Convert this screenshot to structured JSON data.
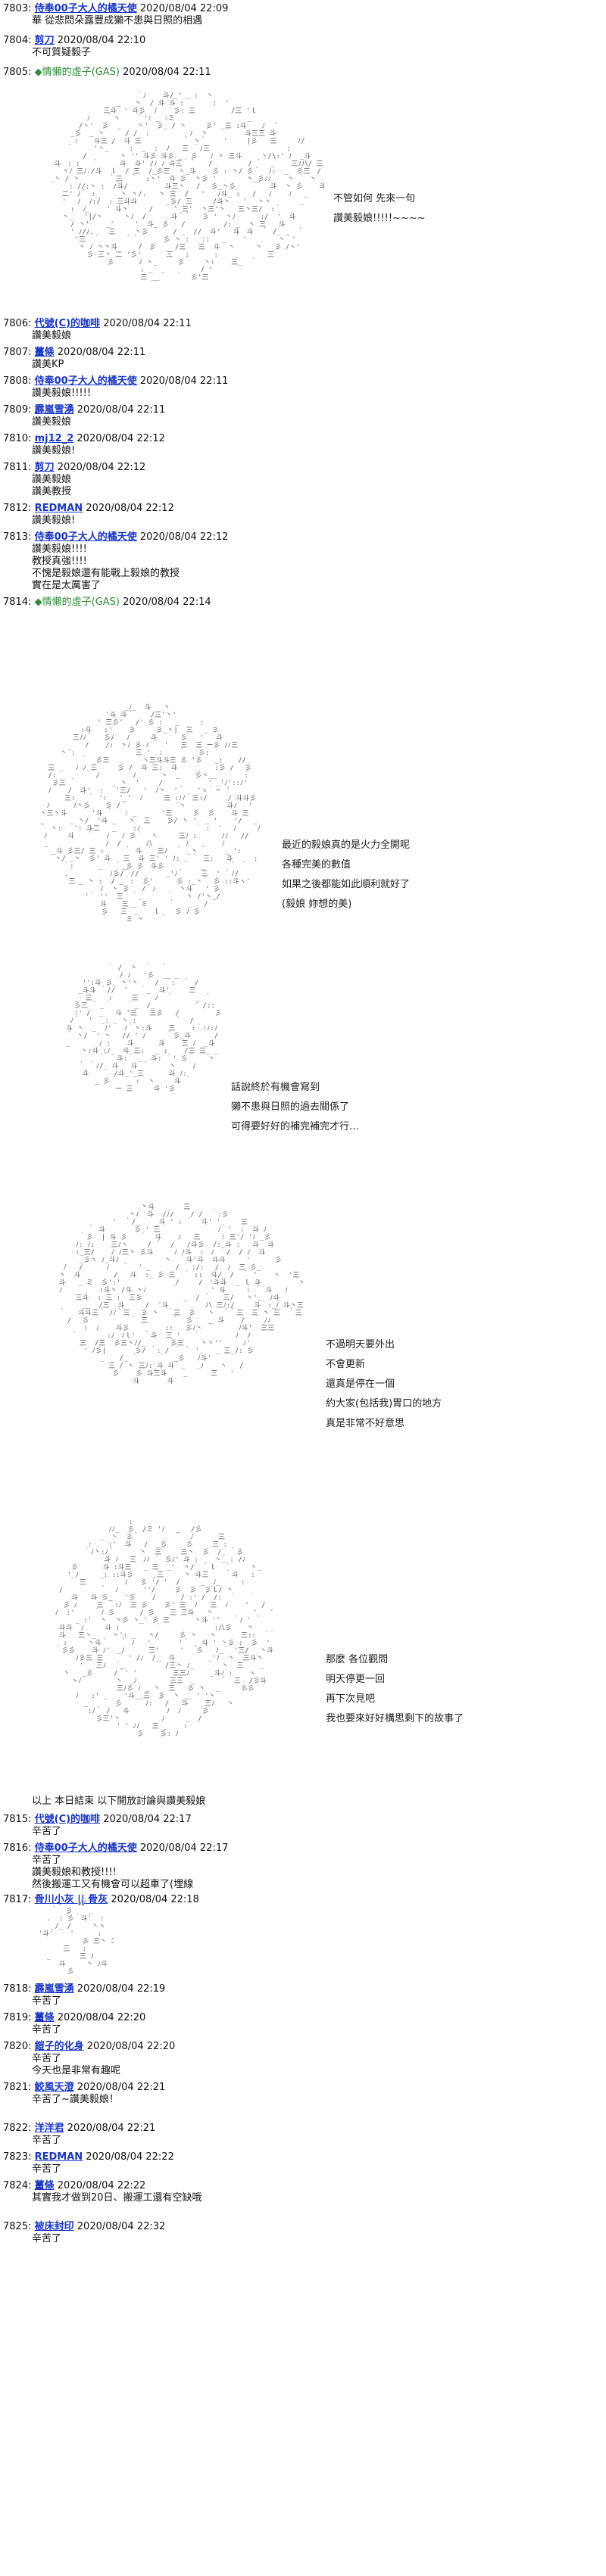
{
  "posts": [
    {
      "num": "7803",
      "sep": ":",
      "name": "侍奉00子大人的橘天使",
      "style": "blue",
      "time": " 2020/08/04 22:09",
      "lines": [
        "華 從悲問朵露豐成獺不患與日照的相遇"
      ]
    },
    {
      "num": "7804",
      "sep": ":",
      "name": "剪刀",
      "style": "blue",
      "time": " 2020/08/04 22:10",
      "lines": [
        "不可質疑毅子"
      ]
    },
    {
      "num": "7805",
      "sep": ":",
      "name": "◆情懶的虛子(GAS)",
      "style": "green",
      "time": " 2020/08/04 22:11",
      "lines": []
    },
    {
      "num": "7806",
      "sep": ":",
      "name": "代號(C)的咖啡",
      "style": "blue",
      "time": " 2020/08/04 22:11",
      "lines": [
        "讚美毅娘"
      ]
    },
    {
      "num": "7807",
      "sep": ":",
      "name": "薑條",
      "style": "blue",
      "time": " 2020/08/04 22:11",
      "lines": [
        "讚美KP"
      ]
    },
    {
      "num": "7808",
      "sep": ":",
      "name": "侍奉00子大人的橘天使",
      "style": "blue",
      "time": " 2020/08/04 22:11",
      "lines": [
        "讚美毅娘!!!!!"
      ]
    },
    {
      "num": "7809",
      "sep": ":",
      "name": "霹嵐雪湧",
      "style": "blue",
      "time": " 2020/08/04 22:11",
      "lines": [
        "讚美毅娘"
      ]
    },
    {
      "num": "7810",
      "sep": ":",
      "name": "mj12_2",
      "style": "blue",
      "time": " 2020/08/04 22:12",
      "lines": [
        "讚美毅娘!"
      ]
    },
    {
      "num": "7811",
      "sep": ":",
      "name": "剪刀",
      "style": "blue",
      "time": " 2020/08/04 22:12",
      "lines": [
        "讚美毅娘",
        "讚美教授"
      ]
    },
    {
      "num": "7812",
      "sep": ":",
      "name": "REDMAN",
      "style": "blue",
      "time": " 2020/08/04 22:12",
      "lines": [
        "讚美毅娘!"
      ]
    },
    {
      "num": "7813",
      "sep": ":",
      "name": "侍奉00子大人的橘天使",
      "style": "blue",
      "time": " 2020/08/04 22:12",
      "lines": [
        "讚美毅娘!!!!",
        "教授真強!!!!",
        "不愧是毅娘還有能戰上毅娘的教授",
        "實在是太厲害了"
      ]
    },
    {
      "num": "7814",
      "sep": ":",
      "name": "◆情懶的虛子(GAS)",
      "style": "green",
      "time": " 2020/08/04 22:14",
      "lines": []
    },
    {
      "num": "7815",
      "sep": ":",
      "name": "代號(C)的咖啡",
      "style": "blue",
      "time": " 2020/08/04 22:17",
      "lines": [
        "辛苦了"
      ]
    },
    {
      "num": "7816",
      "sep": ":",
      "name": "侍奉00子大人的橘天使",
      "style": "blue",
      "time": " 2020/08/04 22:17",
      "lines": [
        "辛苦了",
        "讚美毅娘和教授!!!!",
        "然後搬運工又有機會可以超車了(埋線"
      ]
    },
    {
      "num": "7817",
      "sep": ":",
      "name": "骨川小灰 || 骨灰",
      "style": "blue",
      "time": " 2020/08/04 22:18",
      "lines": []
    },
    {
      "num": "7818",
      "sep": ":",
      "name": "霹嵐雪湧",
      "style": "blue",
      "time": " 2020/08/04 22:19",
      "lines": [
        "辛苦了"
      ]
    },
    {
      "num": "7819",
      "sep": ":",
      "name": "薑條",
      "style": "blue",
      "time": " 2020/08/04 22:20",
      "lines": [
        "辛苦了"
      ]
    },
    {
      "num": "7820",
      "sep": ":",
      "name": "鎧子的化身",
      "style": "blue",
      "time": " 2020/08/04 22:20",
      "lines": [
        "辛苦了",
        "今天也是非常有趣呢"
      ]
    },
    {
      "num": "7821",
      "sep": ":",
      "name": "鮫風天澄",
      "style": "blue",
      "time": " 2020/08/04 22:21",
      "lines": [
        "辛苦了~讚美毅娘！"
      ]
    },
    {
      "num": "7822",
      "sep": ":",
      "name": "洋洋君",
      "style": "blue",
      "time": " 2020/08/04 22:21",
      "lines": [
        "辛苦了"
      ]
    },
    {
      "num": "7823",
      "sep": ":",
      "name": "REDMAN",
      "style": "blue",
      "time": " 2020/08/04 22:22",
      "lines": [
        "辛苦了"
      ]
    },
    {
      "num": "7824",
      "sep": ":",
      "name": "薑條",
      "style": "blue",
      "time": " 2020/08/04 22:22",
      "lines": [
        "其實我才做到20日、搬運工還有空缺哦"
      ]
    },
    {
      "num": "7825",
      "sep": ":",
      "name": "被床封印",
      "style": "blue",
      "time": " 2020/08/04 22:32",
      "lines": [
        "辛苦了"
      ]
    }
  ],
  "speech": [
    {
      "lines": [
        "不管如何 先來一句",
        "讚美毅娘!!!!!~~~~"
      ]
    },
    {
      "lines": [
        "最近的毅娘真的是火力全開呢",
        "各種完美的數值",
        "如果之後都能如此順利就好了",
        "(毅娘 妳想的美)"
      ]
    },
    {
      "lines": [
        "話說終於有機會寫到",
        "獺不患與日照的過去關係了",
        "可得要好好的補完補完才行…"
      ]
    },
    {
      "lines": [
        "不過明天要外出",
        "不會更新",
        "還真是停在一個",
        "約大家(包括我)胃口的地方",
        "真是非常不好意思"
      ]
    },
    {
      "lines": [
        "那麼 各位觀問",
        "明天停更一回",
        "再下次見吧",
        "我也要來好好構思剩下的故事了"
      ]
    }
  ],
  "footer": "以上 本日結束 以下開放討論與讚美毅娘"
}
